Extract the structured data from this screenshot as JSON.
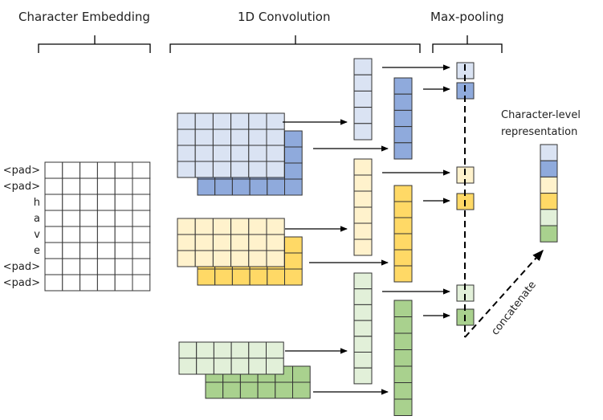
{
  "headers": {
    "char_embedding": "Character Embedding",
    "convolution": "1D Convolution",
    "max_pooling": "Max-pooling"
  },
  "output_label": {
    "line1": "Character-level",
    "line2": "representation"
  },
  "concatenate_label": "concatenate",
  "char_rows": [
    "<pad>",
    "<pad>",
    "h",
    "a",
    "v",
    "e",
    "<pad>",
    "<pad>"
  ],
  "colors": {
    "blue_light": "#dae3f3",
    "blue_dark": "#8faadc",
    "yellow_light": "#fff2cc",
    "yellow_dark": "#ffd966",
    "green_light": "#e2f0d9",
    "green_dark": "#a9d18e",
    "line": "#333333"
  }
}
